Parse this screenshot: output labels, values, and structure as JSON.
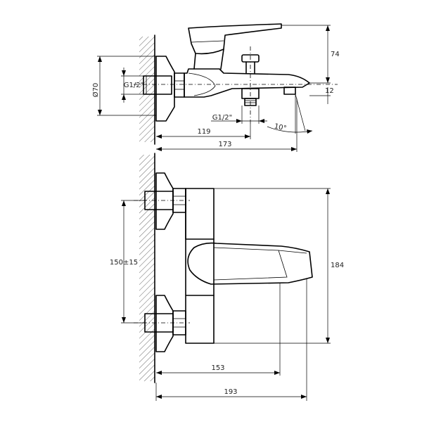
{
  "side_view": {
    "dim_diameter": "Ø70",
    "dim_thread_inlet": "G1/2\"",
    "dim_height_handle": "74",
    "dim_spout_offset": "12",
    "dim_thread_outlet": "G1/2\"",
    "dim_spout_angle": "10°",
    "dim_outlet_distance": "119",
    "dim_spout_length": "173"
  },
  "top_view": {
    "dim_center_spacing": "150±15",
    "dim_width": "184",
    "dim_handle_length": "153",
    "dim_total_length": "193"
  }
}
